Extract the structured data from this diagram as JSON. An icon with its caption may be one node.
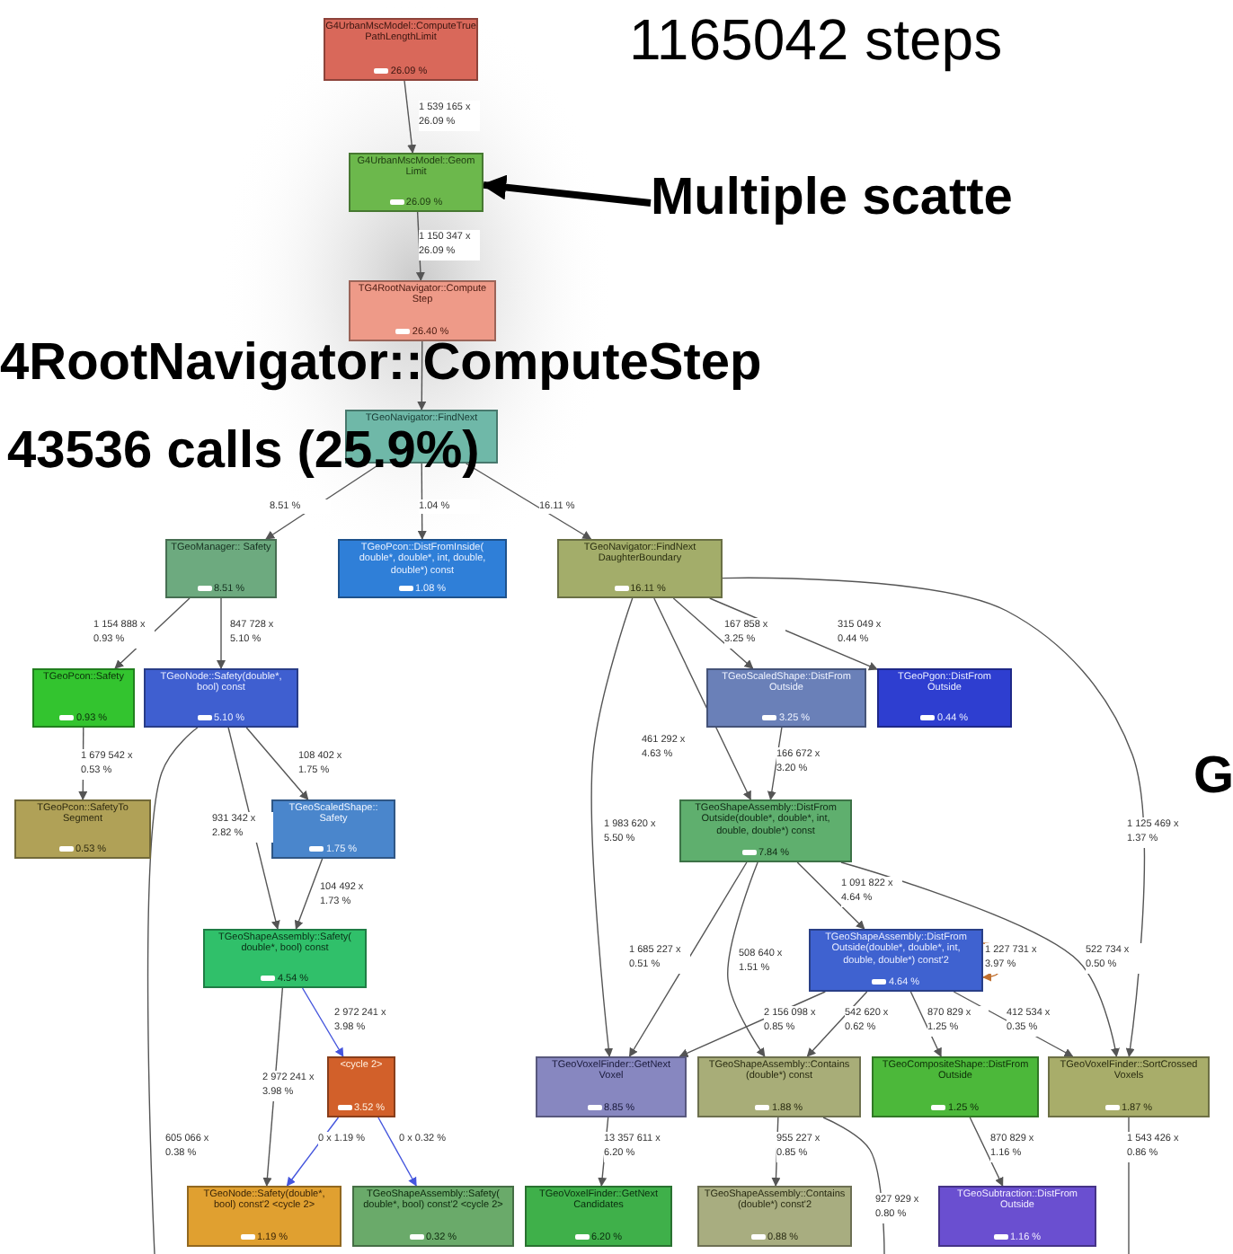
{
  "diagram": {
    "nodes": [
      {
        "text": [
          "G4UrbanMscModel::ComputeTrue PathLengthLimit",
          "26.09 %"
        ]
      },
      {
        "text": [
          "G4UrbanMscModel::Geom Limit",
          "26.09 %"
        ]
      },
      {
        "text": [
          "TG4RootNavigator::Compute Step",
          "26.40 %"
        ]
      },
      {
        "text": [
          "TGeoNavigator::FindNext"
        ]
      },
      {
        "text": [
          "TGeoManager:: Safety",
          "8.51 %"
        ]
      },
      {
        "text": [
          "TGeoPcon::DistFromInside( double*, double*, int, double, double*) const",
          "1.08 %"
        ]
      },
      {
        "text": [
          "TGeoNavigator::FindNext DaughterBoundary",
          "16.11 %"
        ]
      },
      {
        "text": [
          "TGeoPcon::Safety",
          "0.93 %"
        ]
      },
      {
        "text": [
          "TGeoNode::Safety(double*, bool) const",
          "5.10 %"
        ]
      },
      {
        "text": [
          "TGeoScaledShape::DistFrom Outside",
          "3.25 %"
        ]
      },
      {
        "text": [
          "TGeoPgon::DistFrom Outside",
          "0.44 %"
        ]
      },
      {
        "text": [
          "TGeoPcon::SafetyTo Segment",
          "0.53 %"
        ]
      },
      {
        "text": [
          "TGeoScaledShape:: Safety",
          "1.75 %"
        ]
      },
      {
        "text": [
          "TGeoShapeAssembly::DistFrom Outside(double*, double*, int, double, double*) const",
          "7.84 %"
        ]
      },
      {
        "text": [
          "TGeoShapeAssembly::Safety( double*, bool) const",
          "4.54 %"
        ]
      },
      {
        "text": [
          "TGeoShapeAssembly::DistFrom Outside(double*, double*, int, double, double*) const'2",
          "4.64 %"
        ]
      },
      {
        "text": [
          "<cycle 2>",
          "3.52 %"
        ]
      },
      {
        "text": [
          "TGeoVoxelFinder::GetNext Voxel",
          "8.85 %"
        ]
      },
      {
        "text": [
          "TGeoShapeAssembly::Contains (double*) const",
          "1.88 %"
        ]
      },
      {
        "text": [
          "TGeoCompositeShape::DistFrom Outside",
          "1.25 %"
        ]
      },
      {
        "text": [
          "TGeoVoxelFinder::SortCrossed Voxels",
          "1.87 %"
        ]
      },
      {
        "text": [
          "TGeoNode::Safety(double*, bool) const'2 <cycle 2>",
          "1.19 %"
        ]
      },
      {
        "text": [
          "TGeoShapeAssembly::Safety( double*, bool) const'2 <cycle 2>",
          "0.32 %"
        ]
      },
      {
        "text": [
          "TGeoVoxelFinder::GetNext Candidates",
          "6.20 %"
        ]
      },
      {
        "text": [
          "TGeoShapeAssembly::Contains (double*) const'2",
          "0.88 %"
        ]
      },
      {
        "text": [
          "TGeoSubtraction::DistFrom Outside",
          "1.16 %"
        ]
      },
      {
        "text": [
          "Multiple scatte"
        ]
      }
    ],
    "edges": [
      {
        "from": 0,
        "to": 1,
        "arrow": "to",
        "label": "1 539 165 x 26.09 %"
      },
      {
        "from": 1,
        "to": 2,
        "arrow": "to",
        "label": "1 150 347 x 26.09 %"
      },
      {
        "from": 2,
        "to": 3,
        "arrow": "to"
      },
      {
        "from": 3,
        "to": 4,
        "arrow": "to",
        "label": "8.51 %"
      },
      {
        "from": 3,
        "to": 5,
        "arrow": "to",
        "label": "1.04 %"
      },
      {
        "from": 3,
        "to": 6,
        "arrow": "to",
        "label": "16.11 %"
      },
      {
        "from": 4,
        "to": 7,
        "arrow": "to",
        "label": "1 154 888 x 0.93 %"
      },
      {
        "from": 4,
        "to": 8,
        "arrow": "to",
        "label": "847 728 x 5.10 %"
      },
      {
        "from": 7,
        "to": 11,
        "arrow": "to",
        "label": "1 679 542 x 0.53 %"
      },
      {
        "from": 8,
        "to": 12,
        "arrow": "to",
        "label": "108 402 x 1.75 %"
      },
      {
        "from": 8,
        "to": 14,
        "arrow": "to",
        "label": "931 342 x 2.82 %"
      },
      {
        "from": 8,
        "to": null,
        "arrow": "none",
        "label": "605 066 x 0.38 %"
      },
      {
        "from": 12,
        "to": 14,
        "arrow": "to",
        "label": "104 492 x 1.73 %"
      },
      {
        "from": 14,
        "to": 16,
        "arrow": "to",
        "label": "2 972 241 x 3.98 %",
        "color": "#4455dd"
      },
      {
        "from": 14,
        "to": 21,
        "arrow": "to",
        "label": "2 972 241 x 3.98 %"
      },
      {
        "from": 16,
        "to": 21,
        "arrow": "to",
        "label": "0 x 1.19 %",
        "color": "#4455dd"
      },
      {
        "from": 16,
        "to": 22,
        "arrow": "to",
        "label": "0 x 0.32 %",
        "color": "#4455dd"
      },
      {
        "from": 6,
        "to": 9,
        "arrow": "to",
        "label": "167 858 x 3.25 %"
      },
      {
        "from": 6,
        "to": 10,
        "arrow": "to",
        "label": "315 049 x 0.44 %"
      },
      {
        "from": 6,
        "to": 13,
        "arrow": "to",
        "label": "461 292 x 4.63 %"
      },
      {
        "from": 6,
        "to": 17,
        "arrow": "to",
        "label": "1 983 620 x 5.50 %"
      },
      {
        "from": 6,
        "to": 20,
        "arrow": "to",
        "label": "1 125 469 x 1.37 %"
      },
      {
        "from": 9,
        "to": 13,
        "arrow": "to",
        "label": "166 672 x 3.20 %"
      },
      {
        "from": 13,
        "to": 15,
        "arrow": "to",
        "label": "1 091 822 x 4.64 %"
      },
      {
        "from": 13,
        "to": 17,
        "arrow": "to",
        "label": "1 685 227 x 0.51 %"
      },
      {
        "from": 13,
        "to": 18,
        "arrow": "to",
        "label": "508 640 x 1.51 %"
      },
      {
        "from": 15,
        "to": 15,
        "arrow": "to",
        "label": "1 227 731 x 3.97 %",
        "color": "#c07030"
      },
      {
        "from": 13,
        "to": 20,
        "arrow": "to",
        "label": "522 734 x 0.50 %"
      },
      {
        "from": 15,
        "to": 17,
        "arrow": "to",
        "label": "2 156 098 x 0.85 %"
      },
      {
        "from": 15,
        "to": 18,
        "arrow": "to",
        "label": "542 620 x 0.62 %"
      },
      {
        "from": 15,
        "to": 19,
        "arrow": "to",
        "label": "870 829 x 1.25 %"
      },
      {
        "from": 15,
        "to": 20,
        "arrow": "to",
        "label": "412 534 x 0.35 %"
      },
      {
        "from": 17,
        "to": 23,
        "arrow": "to",
        "label": "13 357 611 x 6.20 %"
      },
      {
        "from": 18,
        "to": 24,
        "arrow": "to",
        "label": "955 227 x 0.85 %"
      },
      {
        "from": 18,
        "to": null,
        "arrow": "none",
        "label": "927 929 x 0.80 %"
      },
      {
        "from": 19,
        "to": 25,
        "arrow": "to",
        "label": "870 829 x 1.16 %"
      },
      {
        "from": 20,
        "to": null,
        "arrow": "none",
        "label": "1 543 426 x 0.86 %"
      },
      {
        "from": 26,
        "to": 1,
        "arrow": "to",
        "style": "thick"
      }
    ],
    "labels": [
      "1165042 steps",
      "4RootNavigator::ComputeStep",
      "43536 calls (25.9%)",
      "G"
    ]
  }
}
